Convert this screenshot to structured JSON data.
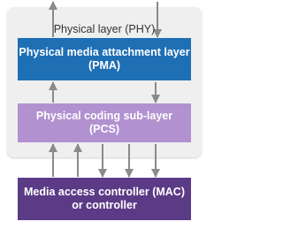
{
  "diagram": {
    "phy_label": "Physical layer (PHY)",
    "pma": {
      "line1": "Physical media attachment layer",
      "line2": "(PMA)"
    },
    "pcs": {
      "line1": "Physical coding sub-layer",
      "line2": "(PCS)"
    },
    "mac": {
      "line1": "Media access controller (MAC)",
      "line2": "or controller"
    },
    "colors": {
      "pma": "#1f6fb5",
      "pcs": "#b191cf",
      "mac": "#5b3a86",
      "phy_panel": "#efefef",
      "arrow": "#8a8a8a"
    }
  }
}
